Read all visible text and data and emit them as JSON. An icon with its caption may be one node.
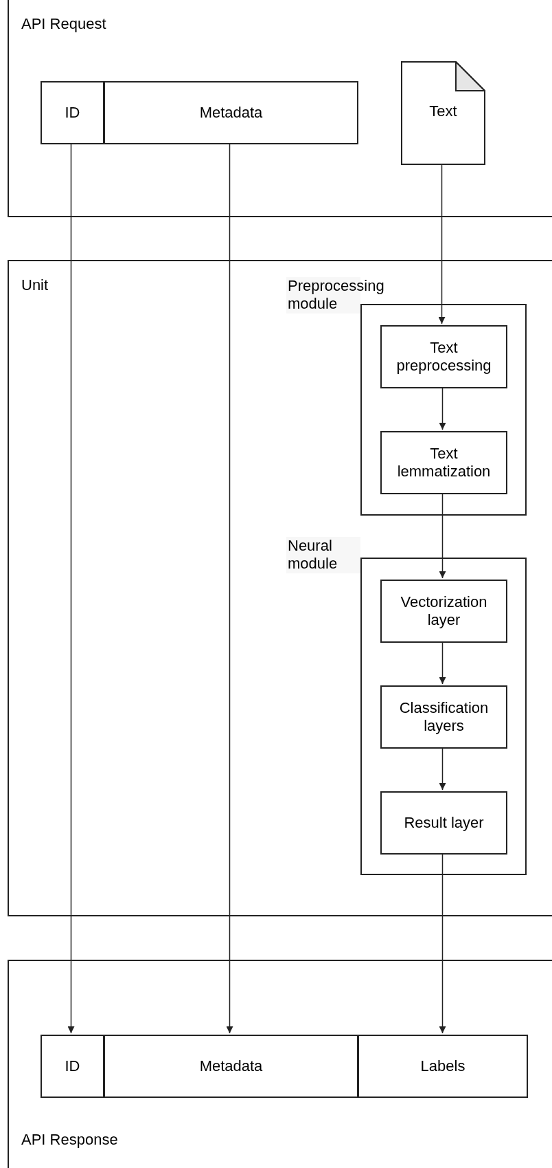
{
  "diagram": {
    "nodes": [
      {
        "text": [
          "API Request"
        ]
      },
      {
        "text": [
          "ID"
        ],
        "in": 0
      },
      {
        "text": [
          "Metadata"
        ],
        "in": 0
      },
      {
        "text": [
          "Text"
        ],
        "in": 0
      },
      {
        "text": [
          "Unit"
        ]
      },
      {
        "text": [
          "Preprocessing module"
        ],
        "in": 4
      },
      {
        "text": [
          "Text preprocessing"
        ],
        "in": 5
      },
      {
        "text": [
          "Text lemmatization"
        ],
        "in": 5
      },
      {
        "text": [
          "Neural module"
        ],
        "in": 4
      },
      {
        "text": [
          "Vectorization layer"
        ],
        "in": 8
      },
      {
        "text": [
          "Classification layers"
        ],
        "in": 8
      },
      {
        "text": [
          "Result layer"
        ],
        "in": 8
      },
      {
        "text": [
          "API Response"
        ]
      },
      {
        "text": [
          "ID"
        ],
        "in": 12
      },
      {
        "text": [
          "Metadata"
        ],
        "in": 12
      },
      {
        "text": [
          "Labels"
        ],
        "in": 12
      }
    ],
    "edges": [
      {
        "from": 1,
        "to": 13,
        "arrow": "to"
      },
      {
        "from": 2,
        "to": 14,
        "arrow": "to"
      },
      {
        "from": 3,
        "to": 6,
        "arrow": "to"
      },
      {
        "from": 6,
        "to": 7,
        "arrow": "to"
      },
      {
        "from": 7,
        "to": 9,
        "arrow": "to"
      },
      {
        "from": 9,
        "to": 10,
        "arrow": "to"
      },
      {
        "from": 10,
        "to": 11,
        "arrow": "to"
      },
      {
        "from": 11,
        "to": 15,
        "arrow": "to"
      }
    ]
  }
}
